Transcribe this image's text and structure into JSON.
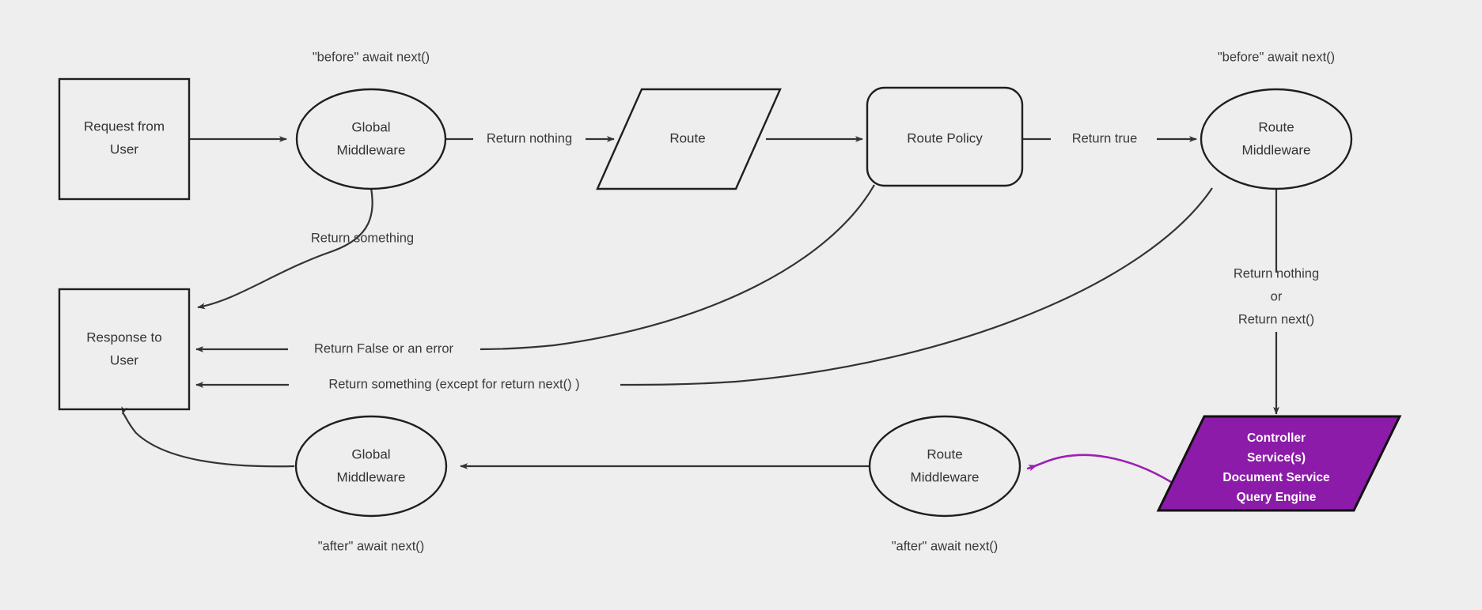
{
  "diagram": {
    "title": "Request lifecycle middleware flow",
    "background_color": "#eeeeee",
    "stroke_color": "#333333",
    "accent_color": "#8B1BA8",
    "accent_edge_color": "#9B1FB5",
    "nodes": {
      "request_from_user": {
        "line1": "Request from",
        "line2": "User",
        "shape": "rectangle"
      },
      "global_middleware_top": {
        "line1": "Global",
        "line2": "Middleware",
        "shape": "ellipse"
      },
      "route": {
        "line1": "Route",
        "shape": "parallelogram"
      },
      "route_policy": {
        "line1": "Route Policy",
        "shape": "rounded-rectangle"
      },
      "route_middleware_top": {
        "line1": "Route",
        "line2": "Middleware",
        "shape": "ellipse"
      },
      "controller_services": {
        "line1": "Controller",
        "line2": "Service(s)",
        "line3": "Document Service",
        "line4": "Query Engine",
        "shape": "parallelogram"
      },
      "route_middleware_bottom": {
        "line1": "Route",
        "line2": "Middleware",
        "shape": "ellipse"
      },
      "global_middleware_bottom": {
        "line1": "Global",
        "line2": "Middleware",
        "shape": "ellipse"
      },
      "response_to_user": {
        "line1": "Response to",
        "line2": "User",
        "shape": "rectangle"
      }
    },
    "notes": {
      "before_await_next_global": "\"before\" await next()",
      "before_await_next_route": "\"before\" await next()",
      "after_await_next_global": "\"after\" await next()",
      "after_await_next_route": "\"after\" await next()"
    },
    "edge_labels": {
      "return_nothing": "Return nothing",
      "return_true": "Return true",
      "return_something": "Return something",
      "return_false_or_error": "Return False or an error",
      "return_something_except": "Return something (except for return next() )",
      "return_nothing_or_next_line1": "Return nothing",
      "return_nothing_or_next_line2": "or",
      "return_nothing_or_next_line3": "Return next()"
    }
  }
}
